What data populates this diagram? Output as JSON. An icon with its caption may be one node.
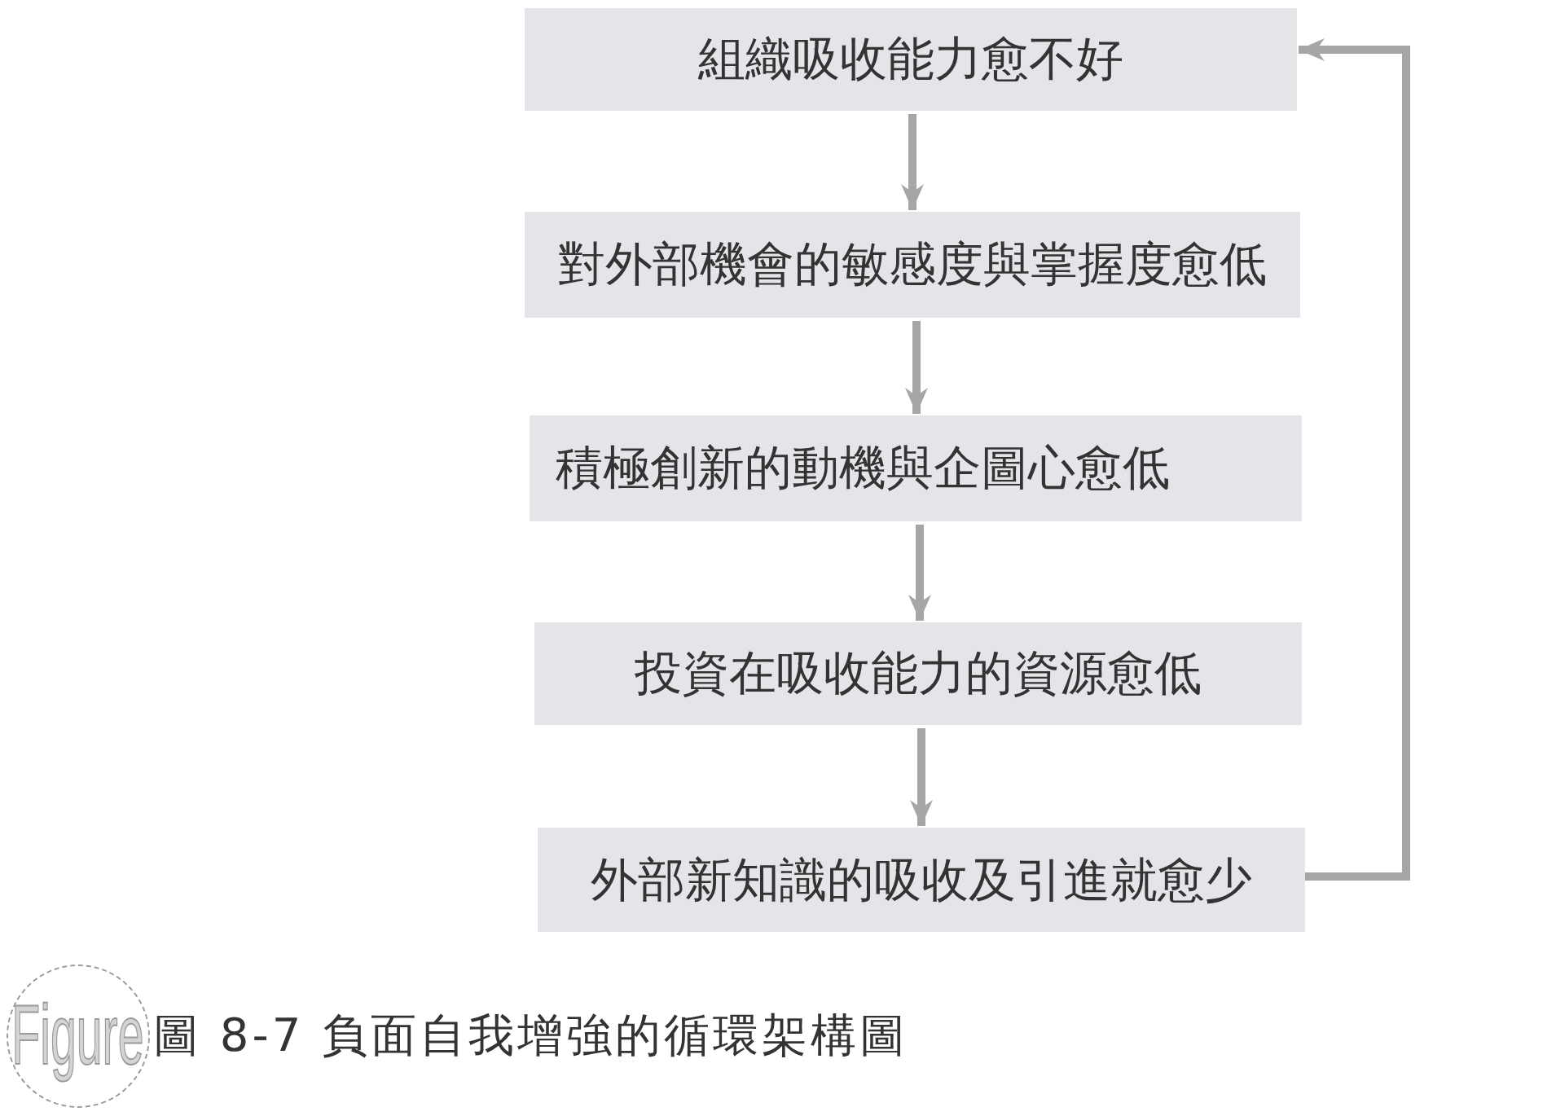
{
  "diagram": {
    "caption": "圖 8-7 負面自我增強的循環架構圖",
    "nodes": [
      {
        "text": [
          "組織吸收能力愈不好"
        ]
      },
      {
        "text": [
          "對外部機會的敏感度與掌握度愈低"
        ]
      },
      {
        "text": [
          "積極創新的動機與企圖心愈低"
        ]
      },
      {
        "text": [
          "投資在吸收能力的資源愈低"
        ]
      },
      {
        "text": [
          "外部新知識的吸收及引進就愈少"
        ]
      }
    ],
    "edges": [
      {
        "from": 0,
        "to": 1,
        "arrow": "to"
      },
      {
        "from": 1,
        "to": 2,
        "arrow": "to"
      },
      {
        "from": 2,
        "to": 3,
        "arrow": "to"
      },
      {
        "from": 3,
        "to": 4,
        "arrow": "to"
      },
      {
        "from": 4,
        "to": 0,
        "arrow": "to"
      }
    ],
    "labels": [
      "Figure"
    ]
  }
}
